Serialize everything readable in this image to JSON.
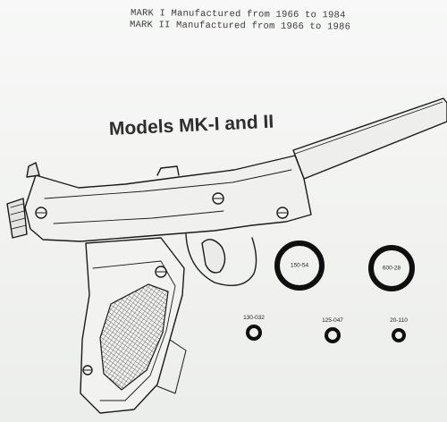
{
  "header": {
    "mark1": "MARK I Manufactured from 1966 to 1984",
    "mark2": "MARK II Manufactured from 1966 to 1986"
  },
  "title": "Models MK-I and II",
  "orings": [
    {
      "label": "150-54",
      "size": "large"
    },
    {
      "label": "600-28",
      "size": "large"
    },
    {
      "label": "130-032",
      "size": "small"
    },
    {
      "label": "125-047",
      "size": "small"
    },
    {
      "label": "20-110",
      "size": "small"
    }
  ],
  "colors": {
    "ink": "#1a1a1a",
    "ring": "#0f0f10",
    "paper": "#f3f4f2"
  }
}
